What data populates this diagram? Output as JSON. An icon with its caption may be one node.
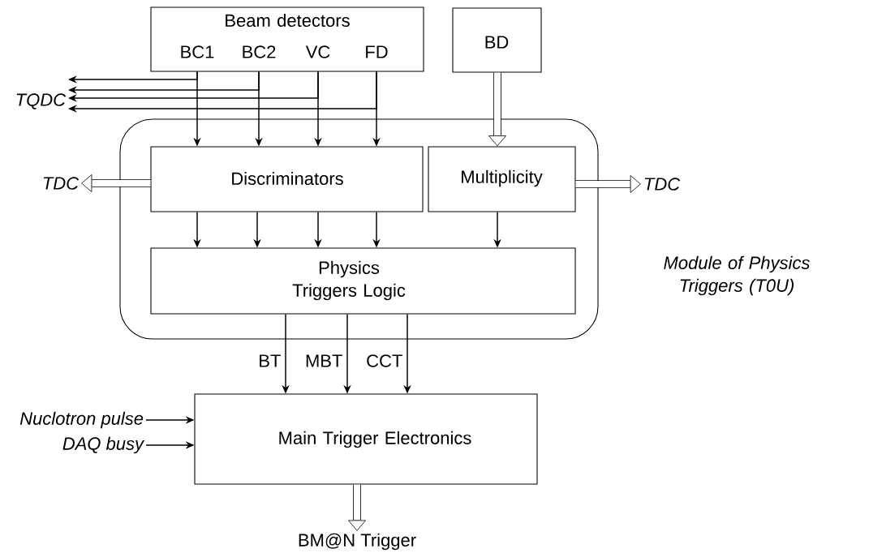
{
  "diagram": {
    "nodes": [
      {
        "text": [
          "Module of Physics Triggers (T0U)"
        ]
      },
      {
        "text": [
          "Beam detectors",
          "BC1",
          "BC2",
          "VC",
          "FD"
        ]
      },
      {
        "text": [
          "BD"
        ]
      },
      {
        "text": [
          "Discriminators"
        ],
        "in": 0
      },
      {
        "text": [
          "Multiplicity"
        ],
        "in": 0
      },
      {
        "text": [
          "Physics Triggers Logic"
        ],
        "in": 0
      },
      {
        "text": [
          "Main Trigger Electronics"
        ]
      },
      {
        "text": [
          "TQDC"
        ]
      },
      {
        "text": [
          "TDC"
        ]
      },
      {
        "text": [
          "TDC"
        ]
      },
      {
        "text": [
          "Nuclotron pulse"
        ]
      },
      {
        "text": [
          "DAQ busy"
        ]
      },
      {
        "text": [
          "BM@N Trigger"
        ]
      }
    ],
    "edges": [
      {
        "from": 1,
        "to": 3,
        "arrow": "to"
      },
      {
        "from": 1,
        "to": 3,
        "arrow": "to"
      },
      {
        "from": 1,
        "to": 3,
        "arrow": "to"
      },
      {
        "from": 1,
        "to": 3,
        "arrow": "to"
      },
      {
        "from": 1,
        "to": 7,
        "arrow": "to"
      },
      {
        "from": 1,
        "to": 7,
        "arrow": "to"
      },
      {
        "from": 1,
        "to": 7,
        "arrow": "to"
      },
      {
        "from": 1,
        "to": 7,
        "arrow": "to"
      },
      {
        "from": 3,
        "to": 8,
        "arrow": "to",
        "style": "thick"
      },
      {
        "from": 2,
        "to": 4,
        "arrow": "to",
        "style": "thick"
      },
      {
        "from": 4,
        "to": 9,
        "arrow": "to",
        "style": "thick"
      },
      {
        "from": 3,
        "to": 5,
        "arrow": "to"
      },
      {
        "from": 3,
        "to": 5,
        "arrow": "to"
      },
      {
        "from": 3,
        "to": 5,
        "arrow": "to"
      },
      {
        "from": 3,
        "to": 5,
        "arrow": "to"
      },
      {
        "from": 4,
        "to": 5,
        "arrow": "to"
      },
      {
        "from": 5,
        "to": 6,
        "arrow": "to",
        "label": "BT"
      },
      {
        "from": 5,
        "to": 6,
        "arrow": "to",
        "label": "MBT"
      },
      {
        "from": 5,
        "to": 6,
        "arrow": "to",
        "label": "CCT"
      },
      {
        "from": 10,
        "to": 6,
        "arrow": "to"
      },
      {
        "from": 11,
        "to": 6,
        "arrow": "to"
      },
      {
        "from": 6,
        "to": 12,
        "arrow": "to",
        "style": "thick"
      }
    ]
  }
}
